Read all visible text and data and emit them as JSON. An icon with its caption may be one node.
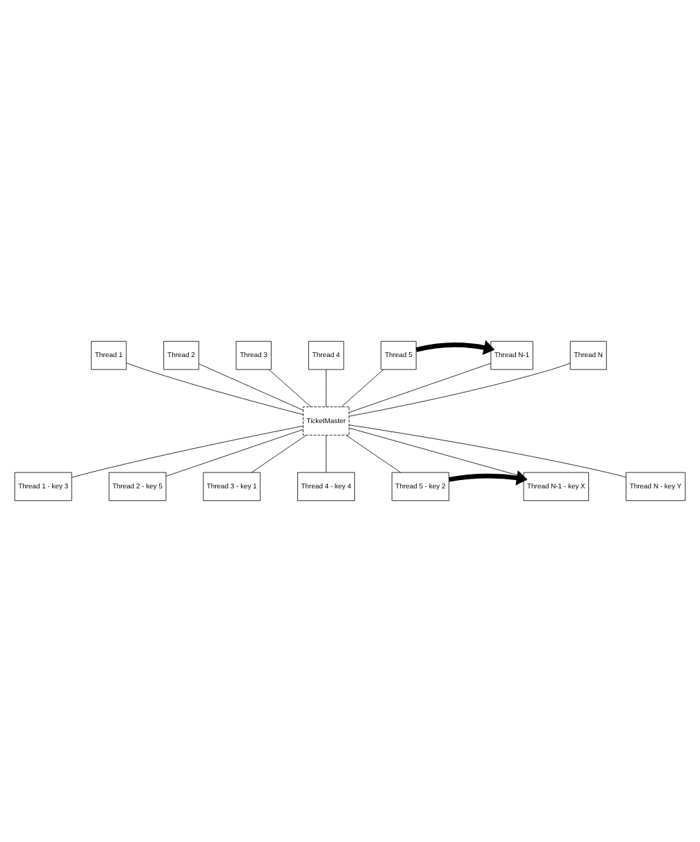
{
  "diagram": {
    "nodes": [
      {
        "text": [
          "Thread 1"
        ]
      },
      {
        "text": [
          "Thread 2"
        ]
      },
      {
        "text": [
          "Thread 3"
        ]
      },
      {
        "text": [
          "Thread 4"
        ]
      },
      {
        "text": [
          "Thread 5"
        ]
      },
      {
        "text": [
          "Thread N-1"
        ]
      },
      {
        "text": [
          "Thread N"
        ]
      },
      {
        "text": [
          "TicketMaster"
        ]
      },
      {
        "text": [
          "Thread 1 - key 3"
        ]
      },
      {
        "text": [
          "Thread 2 - key 5"
        ]
      },
      {
        "text": [
          "Thread 3 - key 1"
        ]
      },
      {
        "text": [
          "Thread 4 - key 4"
        ]
      },
      {
        "text": [
          "Thread 5 - key 2"
        ]
      },
      {
        "text": [
          "Thread N-1 - key X"
        ]
      },
      {
        "text": [
          "Thread N - key Y"
        ]
      }
    ],
    "edges": [
      {
        "from": 0,
        "to": 7,
        "arrow": "none"
      },
      {
        "from": 1,
        "to": 7,
        "arrow": "none"
      },
      {
        "from": 2,
        "to": 7,
        "arrow": "none"
      },
      {
        "from": 3,
        "to": 7,
        "arrow": "none"
      },
      {
        "from": 4,
        "to": 7,
        "arrow": "none"
      },
      {
        "from": 5,
        "to": 7,
        "arrow": "none"
      },
      {
        "from": 6,
        "to": 7,
        "arrow": "none"
      },
      {
        "from": 7,
        "to": 8,
        "arrow": "none"
      },
      {
        "from": 7,
        "to": 9,
        "arrow": "none"
      },
      {
        "from": 7,
        "to": 10,
        "arrow": "none"
      },
      {
        "from": 7,
        "to": 11,
        "arrow": "none"
      },
      {
        "from": 7,
        "to": 12,
        "arrow": "none"
      },
      {
        "from": 7,
        "to": 13,
        "arrow": "none"
      },
      {
        "from": 7,
        "to": 14,
        "arrow": "none"
      },
      {
        "from": 4,
        "to": 5,
        "arrow": "to",
        "style": "thick"
      },
      {
        "from": 12,
        "to": 13,
        "arrow": "to",
        "style": "thick"
      }
    ]
  }
}
